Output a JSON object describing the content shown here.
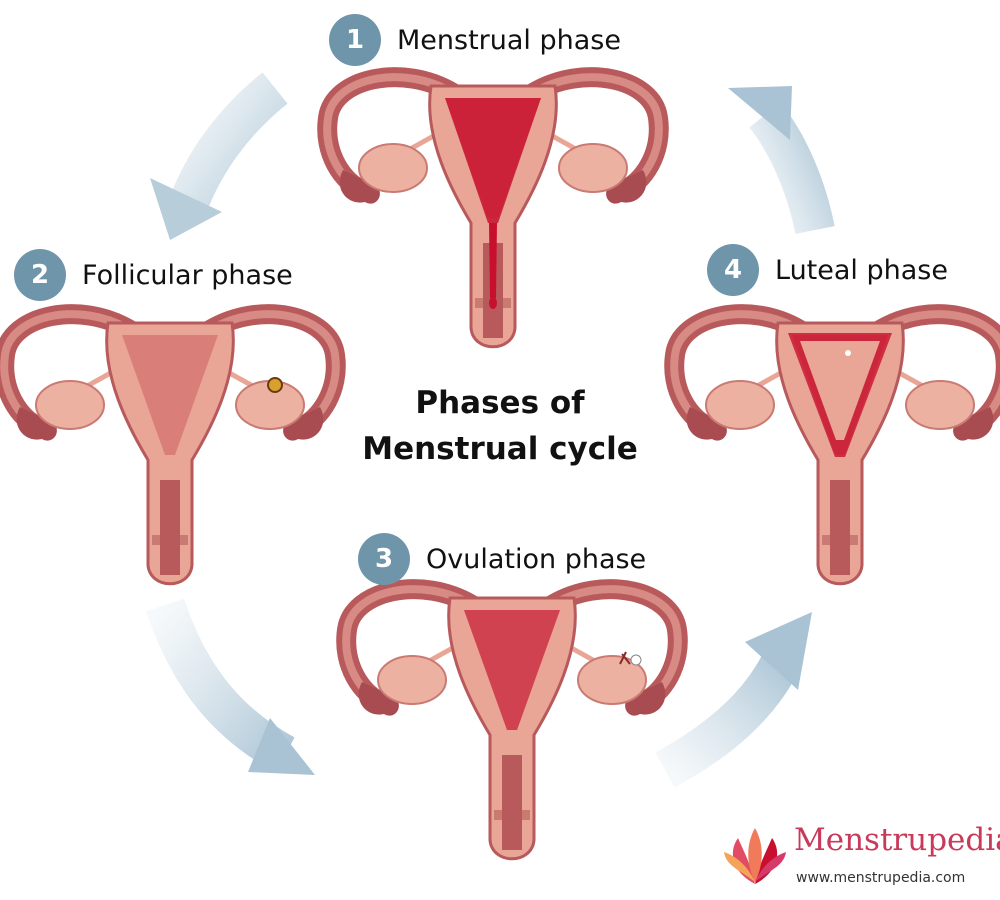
{
  "title": {
    "line1": "Phases of",
    "line2": "Menstrual cycle"
  },
  "phases": [
    {
      "number": "1",
      "label": "Menstrual phase"
    },
    {
      "number": "2",
      "label": "Follicular phase"
    },
    {
      "number": "3",
      "label": "Ovulation phase"
    },
    {
      "number": "4",
      "label": "Luteal phase"
    }
  ],
  "brand": {
    "name": "Menstrupedia",
    "url": "www.menstrupedia.com"
  },
  "icons": {
    "uterus": "uterus-illustration-icon",
    "arrow": "cycle-arrow-icon",
    "logo": "menstrupedia-logo-icon"
  },
  "colors": {
    "badge": "#6f95ab",
    "arrow": "#c5d7e3",
    "uterus_outer": "#b85a5c",
    "uterus_inner": "#e9a596",
    "ovary": "#edb1a2",
    "blood": "#c8102e",
    "brand": "#c83a5a"
  }
}
